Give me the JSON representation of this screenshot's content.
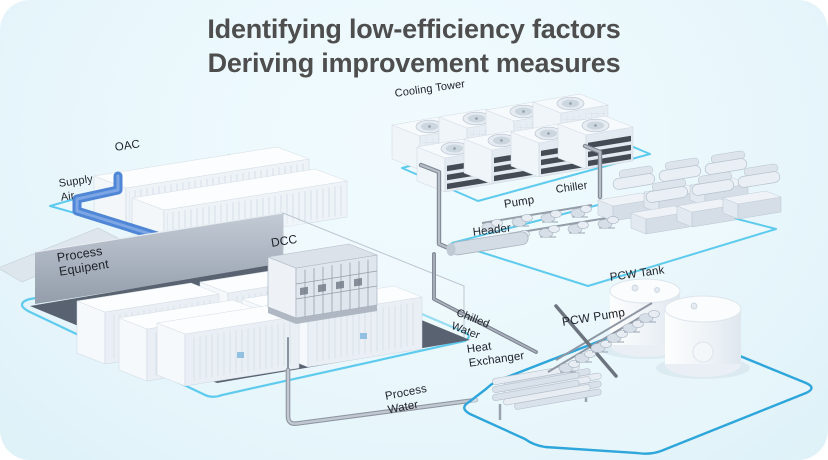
{
  "title": {
    "line1": "Identifying low-efficiency factors",
    "line2": "Deriving improvement measures"
  },
  "labels": {
    "cooling_tower": "Cooling Tower",
    "oac": "OAC",
    "supply_air": "Supply\nAir",
    "chiller": "Chiller",
    "pump": "Pump",
    "header": "Header",
    "dcc": "DCC",
    "process_equipment": "Process\nEquipent",
    "pcw_tank": "PCW Tank",
    "pcw_pump": "PCW Pump",
    "chilled_water": "Chilled\nWater",
    "heat_exchanger": "Heat\nExchanger",
    "process_water": "Process\nWater"
  },
  "colors": {
    "background": "#e9f7fc",
    "title_text": "#4e4e4e",
    "label_text": "#20242a",
    "platform_outline": "#5ecbee",
    "pcw_loop_outline": "#2ea6db",
    "supply_air_duct": "#4f86d6",
    "pipe_gray": "#8d95a0",
    "fab_floor": "#596270",
    "equipment_white": "#f4f8fb"
  }
}
